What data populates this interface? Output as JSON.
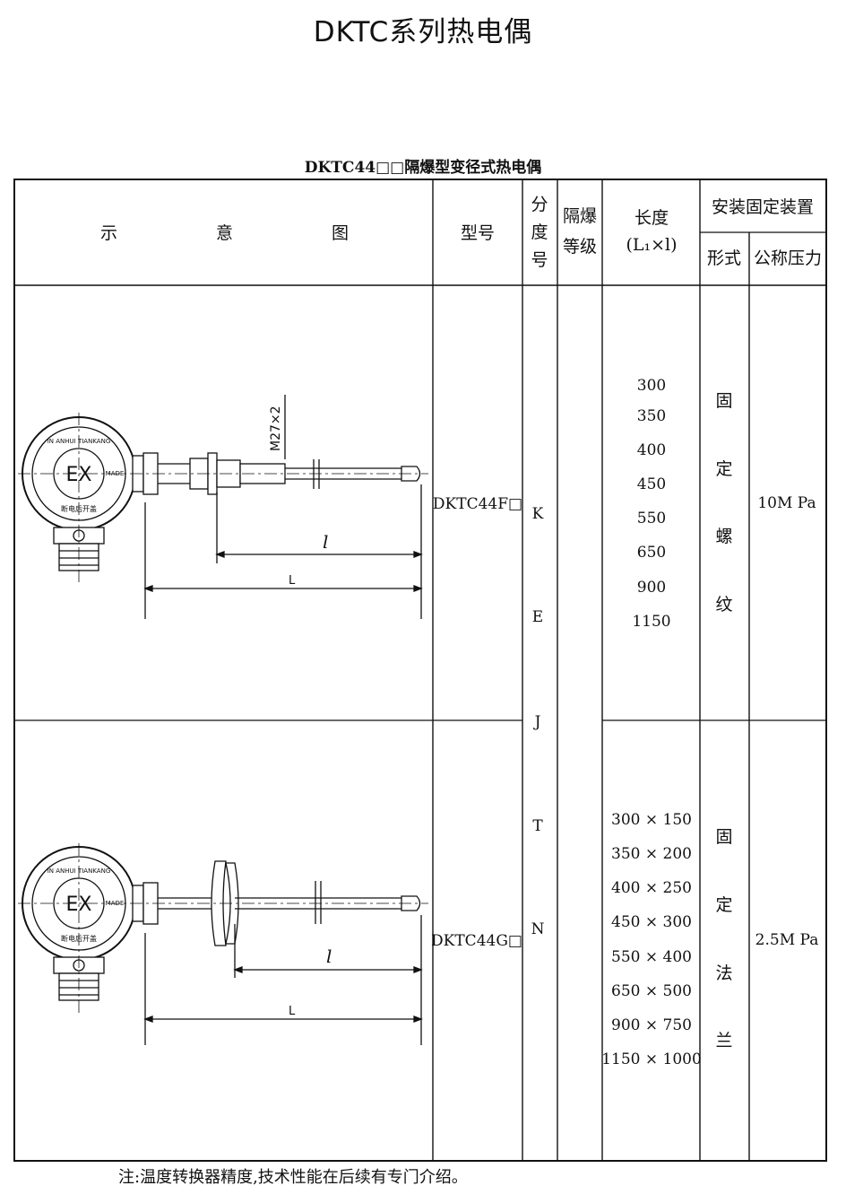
{
  "page": {
    "title": "DKTC系列热电偶",
    "table_caption": "DKTC44□□隔爆型变径式热电偶",
    "note": "注:温度转换器精度,技术性能在后续有专门介绍。"
  },
  "table": {
    "headers": {
      "diagram": [
        "示",
        "意",
        "图"
      ],
      "model": "型号",
      "grading": [
        "分",
        "度",
        "号"
      ],
      "explosion": [
        "隔爆",
        "等级"
      ],
      "length": [
        "长度",
        "(L₁×l)"
      ],
      "mounting": "安装固定装置",
      "form": "形式",
      "pressure": "公称压力"
    },
    "grading_values": [
      "K",
      "E",
      "J",
      "T",
      "N"
    ],
    "rows": [
      {
        "model": "DKTC44F□",
        "lengths": [
          "300",
          "350",
          "400",
          "450",
          "550",
          "650",
          "900",
          "1150"
        ],
        "form": [
          "固",
          "定",
          "螺",
          "纹"
        ],
        "pressure": "10M Pa",
        "diagram": {
          "thread": "M27×2",
          "dim_small": "l",
          "dim_large": "L"
        }
      },
      {
        "model": "DKTC44G□",
        "lengths": [
          "300 × 150",
          "350 × 200",
          "400 × 250",
          "450 × 300",
          "550 × 400",
          "650 × 500",
          "900 × 750",
          "1150 × 1000"
        ],
        "form": [
          "固",
          "定",
          "法",
          "兰"
        ],
        "pressure": "2.5M Pa",
        "diagram": {
          "dim_small": "l",
          "dim_large": "L"
        }
      }
    ]
  },
  "head_marks": {
    "ex": "EX",
    "ring_top": "IN ANHUI TIANKANG",
    "ring_side": "MADE",
    "ring_bottom": "断电后开盖"
  }
}
